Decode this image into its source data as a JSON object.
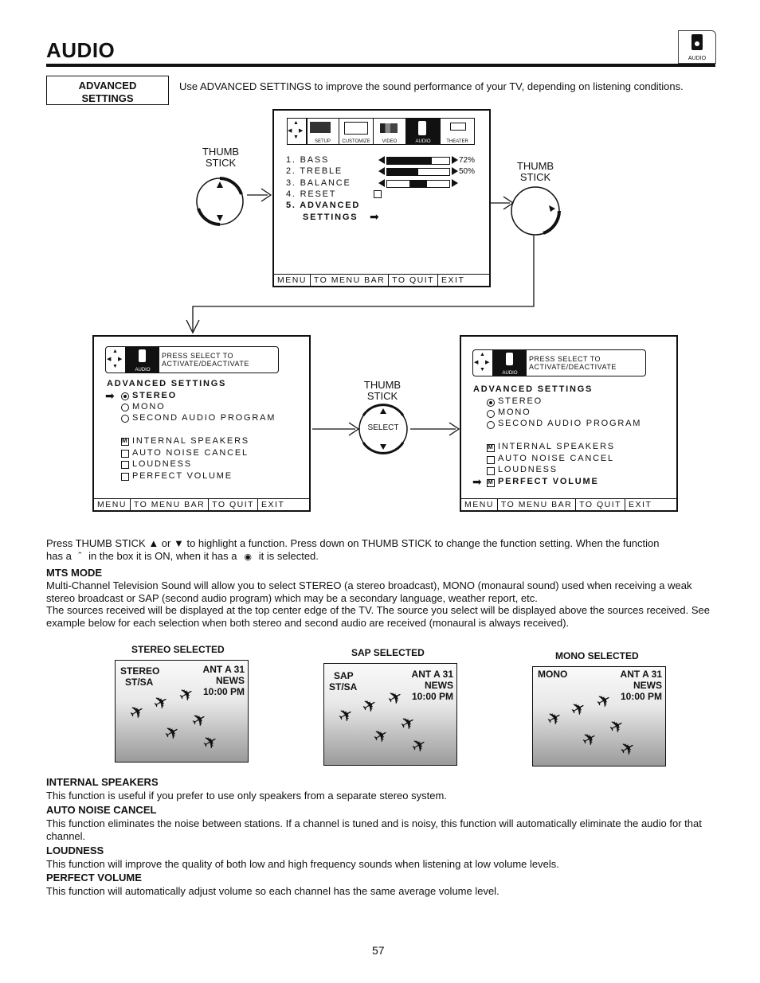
{
  "page": {
    "title": "AUDIO",
    "header_icon_label": "AUDIO",
    "page_number": "57"
  },
  "advanced": {
    "label_line1": "ADVANCED",
    "label_line2": "SETTINGS",
    "intro": "Use ADVANCED SETTINGS to improve the sound performance of your TV, depending on listening conditions."
  },
  "thumbstick": {
    "label_line1": "THUMB",
    "label_line2": "STICK",
    "select_label": "SELECT"
  },
  "main_osd": {
    "tabs": [
      "SETUP",
      "CUSTOMIZE",
      "VIDEO",
      "AUDIO",
      "THEATER"
    ],
    "items": [
      "1. BASS",
      "2. TREBLE",
      "3. BALANCE",
      "4. RESET",
      "5. ADVANCED",
      "SETTINGS"
    ],
    "bass_pct": "72%",
    "treble_pct": "50%",
    "bass_value": 0.72,
    "treble_value": 0.5,
    "balance_value": 0.5,
    "bar": [
      "MENU",
      "TO MENU BAR",
      "TO QUIT",
      "EXIT"
    ]
  },
  "adv_osd": {
    "icon_label": "AUDIO",
    "hint_line1": "PRESS SELECT TO",
    "hint_line2": "ACTIVATE/DEACTIVATE",
    "heading": "ADVANCED SETTINGS",
    "radio_items": [
      "STEREO",
      "MONO",
      "SECOND AUDIO PROGRAM"
    ],
    "check_items": [
      "INTERNAL SPEAKERS",
      "AUTO NOISE CANCEL",
      "LOUDNESS",
      "PERFECT VOLUME"
    ],
    "bar": [
      "MENU",
      "TO MENU BAR",
      "TO QUIT",
      "EXIT"
    ]
  },
  "instructions": {
    "line1": "Press THUMB STICK ▲ or ▼ to highlight a function. Press down on THUMB STICK to change the function setting. When the function",
    "line2_a": "has a",
    "line2_b": "in  the box it is ON, when it has a",
    "line2_c": "it is selected."
  },
  "mts": {
    "heading": "MTS MODE",
    "p1": "Multi-Channel Television Sound will allow you to select STEREO (a stereo broadcast), MONO (monaural sound) used when receiving a weak stereo broadcast or SAP (second audio program) which may be a secondary language, weather report, etc.",
    "p2": "The sources received will be displayed at the top center edge of the TV.  The source you select will be displayed above the sources received.  See example below for each selection when both stereo and second audio are received (monaural is always received)."
  },
  "examples": [
    {
      "caption": "STEREO SELECTED",
      "mode_line1": "STEREO",
      "mode_line2": "ST/SA",
      "ch1": "ANT A 31",
      "ch2": "NEWS",
      "ch3": "10:00 PM"
    },
    {
      "caption": "SAP SELECTED",
      "mode_line1": "SAP",
      "mode_line2": "ST/SA",
      "ch1": "ANT A 31",
      "ch2": "NEWS",
      "ch3": "10:00 PM"
    },
    {
      "caption": "MONO SELECTED",
      "mode_line1": "MONO",
      "mode_line2": "",
      "ch1": "ANT A 31",
      "ch2": "NEWS",
      "ch3": "10:00 PM"
    }
  ],
  "sections": [
    {
      "heading": "INTERNAL SPEAKERS",
      "text": "This function is useful if you prefer to use only speakers from a separate stereo system."
    },
    {
      "heading": "AUTO NOISE CANCEL",
      "text": "This function eliminates the noise between stations. If a channel is tuned and is noisy, this function will automatically eliminate the audio for that channel."
    },
    {
      "heading": "LOUDNESS",
      "text": "This function will improve the quality of both low and high frequency sounds when listening at low volume levels."
    },
    {
      "heading": "PERFECT VOLUME",
      "text": "This function will automatically adjust volume so each channel has the same average volume level."
    }
  ]
}
